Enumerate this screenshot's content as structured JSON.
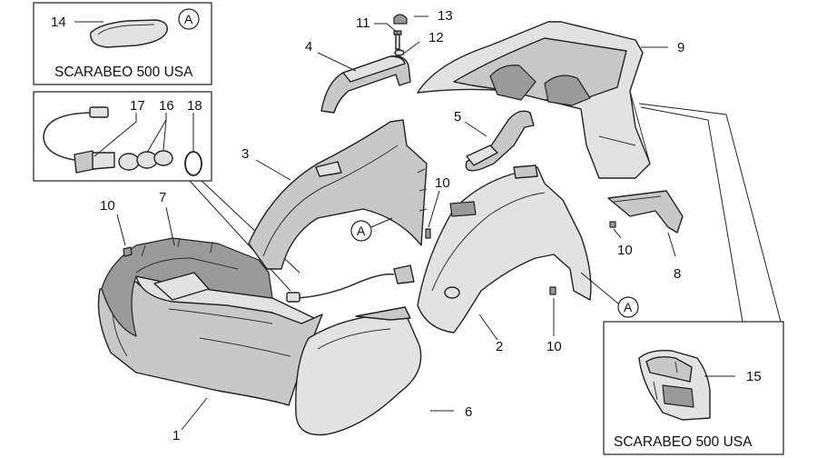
{
  "insets": {
    "top_left_caption": "SCARABEO 500 USA",
    "bottom_right_caption": "SCARABEO 500 USA"
  },
  "ref_marker": "A",
  "callouts": {
    "p1": "1",
    "p2": "2",
    "p3": "3",
    "p4": "4",
    "p5": "5",
    "p6": "6",
    "p7": "7",
    "p8": "8",
    "p9": "9",
    "p10a": "10",
    "p10b": "10",
    "p10c": "10",
    "p10d": "10",
    "p11": "11",
    "p12": "12",
    "p13": "13",
    "p14": "14",
    "p15": "15",
    "p16": "16",
    "p17": "17",
    "p18": "18"
  }
}
